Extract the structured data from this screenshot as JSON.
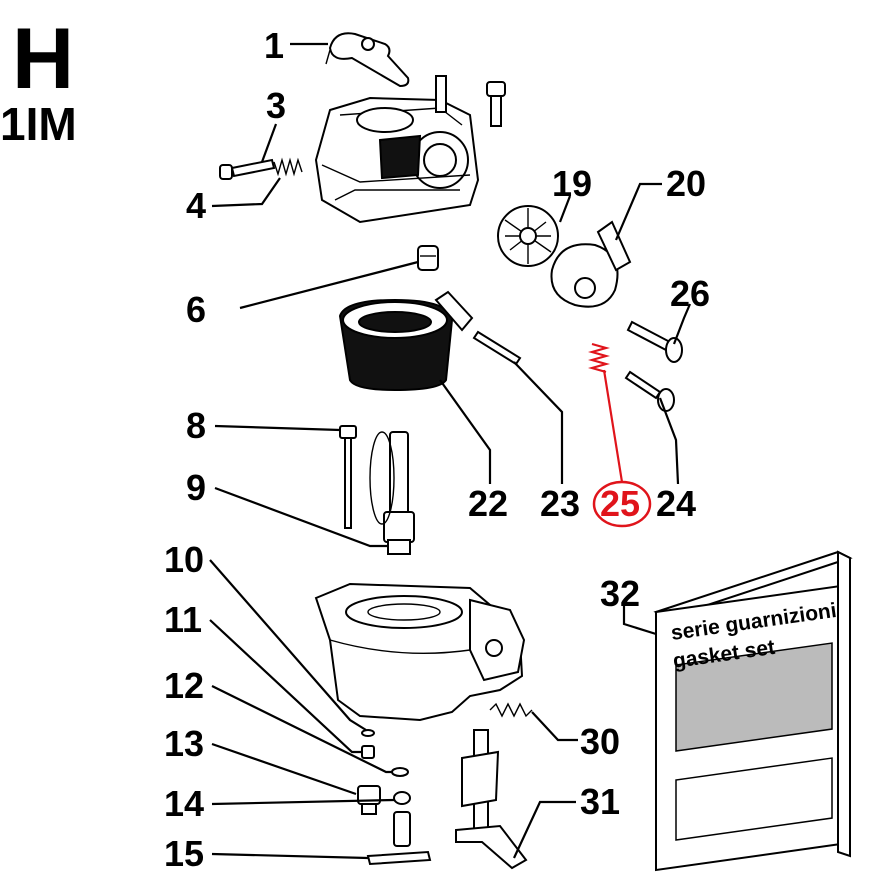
{
  "header": {
    "section_letter": "H",
    "model_code": "1IM"
  },
  "callouts": [
    {
      "id": "1",
      "label": "1",
      "highlighted": false
    },
    {
      "id": "3",
      "label": "3",
      "highlighted": false
    },
    {
      "id": "4",
      "label": "4",
      "highlighted": false
    },
    {
      "id": "6",
      "label": "6",
      "highlighted": false
    },
    {
      "id": "8",
      "label": "8",
      "highlighted": false
    },
    {
      "id": "9",
      "label": "9",
      "highlighted": false
    },
    {
      "id": "10",
      "label": "10",
      "highlighted": false
    },
    {
      "id": "11",
      "label": "11",
      "highlighted": false
    },
    {
      "id": "12",
      "label": "12",
      "highlighted": false
    },
    {
      "id": "13",
      "label": "13",
      "highlighted": false
    },
    {
      "id": "14",
      "label": "14",
      "highlighted": false
    },
    {
      "id": "15",
      "label": "15",
      "highlighted": false
    },
    {
      "id": "19",
      "label": "19",
      "highlighted": false
    },
    {
      "id": "20",
      "label": "20",
      "highlighted": false
    },
    {
      "id": "22",
      "label": "22",
      "highlighted": false
    },
    {
      "id": "23",
      "label": "23",
      "highlighted": false
    },
    {
      "id": "24",
      "label": "24",
      "highlighted": false
    },
    {
      "id": "25",
      "label": "25",
      "highlighted": true
    },
    {
      "id": "26",
      "label": "26",
      "highlighted": false
    },
    {
      "id": "30",
      "label": "30",
      "highlighted": false
    },
    {
      "id": "31",
      "label": "31",
      "highlighted": false
    },
    {
      "id": "32",
      "label": "32",
      "highlighted": false
    }
  ],
  "gasket_box": {
    "line1": "serie guarnizioni",
    "line2": "gasket set"
  },
  "colors": {
    "highlight": "#e0141b",
    "ink": "#000000",
    "background": "#ffffff"
  }
}
